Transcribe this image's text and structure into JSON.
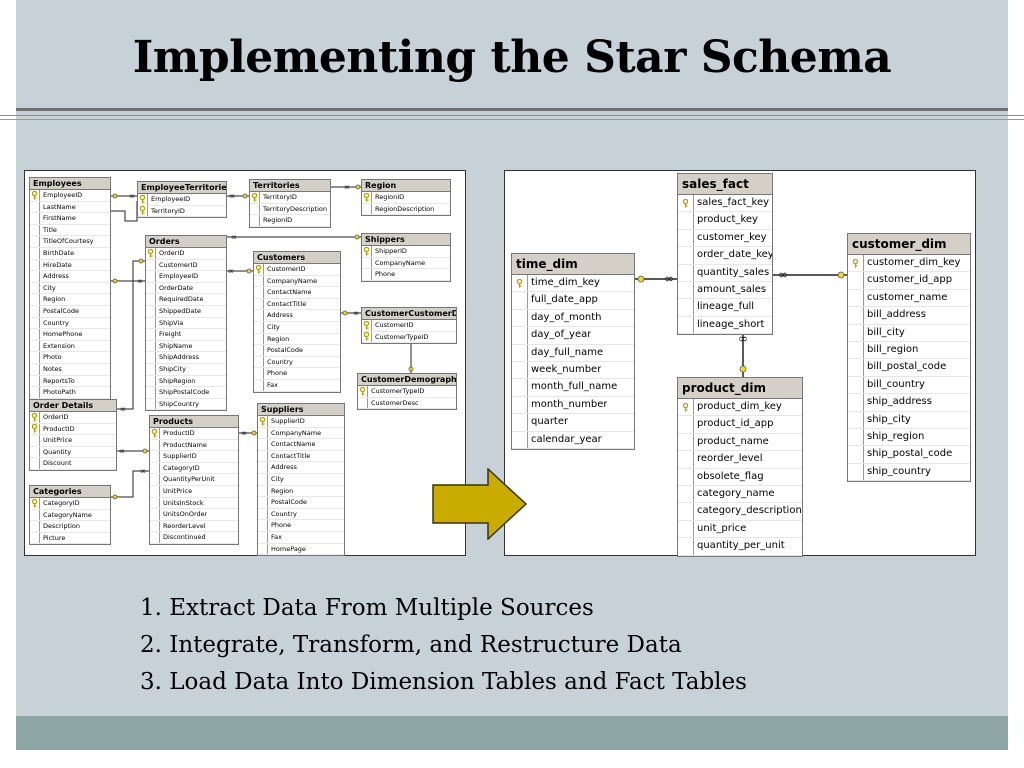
{
  "title": "Implementing the Star Schema",
  "source_tables": [
    {
      "name": "Employees",
      "fields": [
        "EmployeeID",
        "LastName",
        "FirstName",
        "Title",
        "TitleOfCourtesy",
        "BirthDate",
        "HireDate",
        "Address",
        "City",
        "Region",
        "PostalCode",
        "Country",
        "HomePhone",
        "Extension",
        "Photo",
        "Notes",
        "ReportsTo",
        "PhotoPath"
      ],
      "keys": [
        0
      ]
    },
    {
      "name": "EmployeeTerritories",
      "fields": [
        "EmployeeID",
        "TerritoryID"
      ],
      "keys": [
        0,
        1
      ]
    },
    {
      "name": "Territories",
      "fields": [
        "TerritoryID",
        "TerritoryDescription",
        "RegionID"
      ],
      "keys": [
        0
      ]
    },
    {
      "name": "Region",
      "fields": [
        "RegionID",
        "RegionDescription"
      ],
      "keys": [
        0
      ]
    },
    {
      "name": "Orders",
      "fields": [
        "OrderID",
        "CustomerID",
        "EmployeeID",
        "OrderDate",
        "RequiredDate",
        "ShippedDate",
        "ShipVia",
        "Freight",
        "ShipName",
        "ShipAddress",
        "ShipCity",
        "ShipRegion",
        "ShipPostalCode",
        "ShipCountry"
      ],
      "keys": [
        0
      ]
    },
    {
      "name": "Customers",
      "fields": [
        "CustomerID",
        "CompanyName",
        "ContactName",
        "ContactTitle",
        "Address",
        "City",
        "Region",
        "PostalCode",
        "Country",
        "Phone",
        "Fax"
      ],
      "keys": [
        0
      ]
    },
    {
      "name": "Shippers",
      "fields": [
        "ShipperID",
        "CompanyName",
        "Phone"
      ],
      "keys": [
        0
      ]
    },
    {
      "name": "CustomerCustomerDemo",
      "fields": [
        "CustomerID",
        "CustomerTypeID"
      ],
      "keys": [
        0,
        1
      ]
    },
    {
      "name": "CustomerDemographics",
      "fields": [
        "CustomerTypeID",
        "CustomerDesc"
      ],
      "keys": [
        0
      ]
    },
    {
      "name": "Order Details",
      "fields": [
        "OrderID",
        "ProductID",
        "UnitPrice",
        "Quantity",
        "Discount"
      ],
      "keys": [
        0,
        1
      ]
    },
    {
      "name": "Products",
      "fields": [
        "ProductID",
        "ProductName",
        "SupplierID",
        "CategoryID",
        "QuantityPerUnit",
        "UnitPrice",
        "UnitsInStock",
        "UnitsOnOrder",
        "ReorderLevel",
        "Discontinued"
      ],
      "keys": [
        0
      ]
    },
    {
      "name": "Suppliers",
      "fields": [
        "SupplierID",
        "CompanyName",
        "ContactName",
        "ContactTitle",
        "Address",
        "City",
        "Region",
        "PostalCode",
        "Country",
        "Phone",
        "Fax",
        "HomePage"
      ],
      "keys": [
        0
      ]
    },
    {
      "name": "Categories",
      "fields": [
        "CategoryID",
        "CategoryName",
        "Description",
        "Picture"
      ],
      "keys": [
        0
      ]
    }
  ],
  "star_tables": [
    {
      "name": "sales_fact",
      "fields": [
        "sales_fact_key",
        "product_key",
        "customer_key",
        "order_date_key",
        "quantity_sales",
        "amount_sales",
        "lineage_full",
        "lineage_short"
      ],
      "keys": [
        0
      ]
    },
    {
      "name": "time_dim",
      "fields": [
        "time_dim_key",
        "full_date_app",
        "day_of_month",
        "day_of_year",
        "day_full_name",
        "week_number",
        "month_full_name",
        "month_number",
        "quarter",
        "calendar_year"
      ],
      "keys": [
        0
      ]
    },
    {
      "name": "customer_dim",
      "fields": [
        "customer_dim_key",
        "customer_id_app",
        "customer_name",
        "bill_address",
        "bill_city",
        "bill_region",
        "bill_postal_code",
        "bill_country",
        "ship_address",
        "ship_city",
        "ship_region",
        "ship_postal_code",
        "ship_country"
      ],
      "keys": [
        0
      ]
    },
    {
      "name": "product_dim",
      "fields": [
        "product_dim_key",
        "product_id_app",
        "product_name",
        "reorder_level",
        "obsolete_flag",
        "category_name",
        "category_description",
        "unit_price",
        "quantity_per_unit"
      ],
      "keys": [
        0
      ]
    }
  ],
  "steps": [
    "1. Extract Data From Multiple Sources",
    "2. Integrate, Transform, and Restructure Data",
    "3. Load Data Into Dimension Tables and Fact Tables"
  ],
  "colors": {
    "slide_bg": "#c7d1d8",
    "footer": "#8ea7a6",
    "arrow": "#c8ad00",
    "key": "#b8a000"
  }
}
